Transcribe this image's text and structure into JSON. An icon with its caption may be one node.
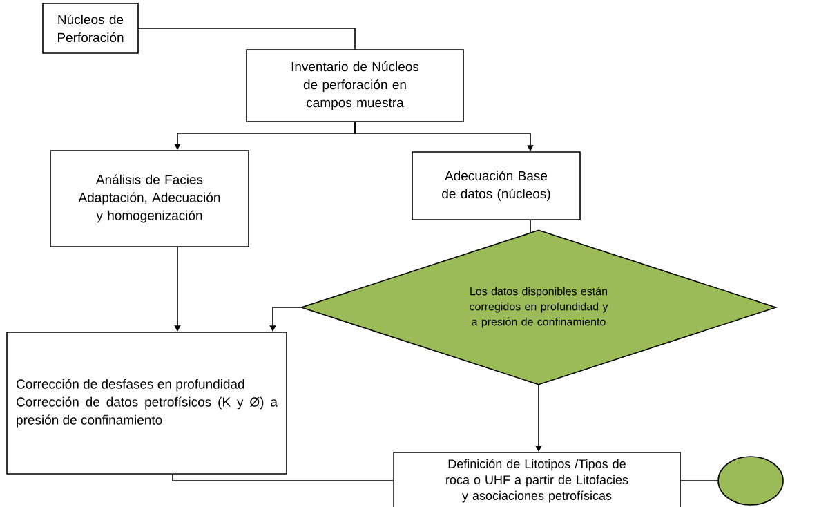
{
  "diagram": {
    "nodes": [
      {
        "text": [
          "Núcleos de Perforación"
        ]
      },
      {
        "text": [
          "Inventario de Núcleos de perforación en campos muestra"
        ]
      },
      {
        "text": [
          "Análisis de Facies",
          "Adaptación, Adecuación y homogenización"
        ]
      },
      {
        "text": [
          "Adecuación Base de datos (núcleos)"
        ]
      },
      {
        "text": [
          "Los datos disponibles están corregidos en profundidad y a presión de confinamiento"
        ]
      },
      {
        "text": [
          "Corrección de desfases en profundidad",
          "Corrección de datos petrofísicos (K y Ø) a presión de confinamiento"
        ]
      },
      {
        "text": [
          "Definición de Litotipos /Tipos de roca o UHF a partir de Litofacies y asociaciones petrofísicas"
        ]
      },
      {
        "text": [],
        "shape": "ellipse"
      }
    ],
    "edges": [
      {
        "from": 0,
        "to": 1,
        "arrow": "none"
      },
      {
        "from": 1,
        "to": 2,
        "arrow": "to"
      },
      {
        "from": 1,
        "to": 3,
        "arrow": "to"
      },
      {
        "from": 2,
        "to": 5,
        "arrow": "to"
      },
      {
        "from": 3,
        "to": 4,
        "arrow": "none"
      },
      {
        "from": 4,
        "to": 5,
        "arrow": "to"
      },
      {
        "from": 4,
        "to": 6,
        "arrow": "to"
      },
      {
        "from": 5,
        "to": 6,
        "arrow": "none"
      },
      {
        "from": 6,
        "to": 7,
        "arrow": "none"
      }
    ]
  }
}
